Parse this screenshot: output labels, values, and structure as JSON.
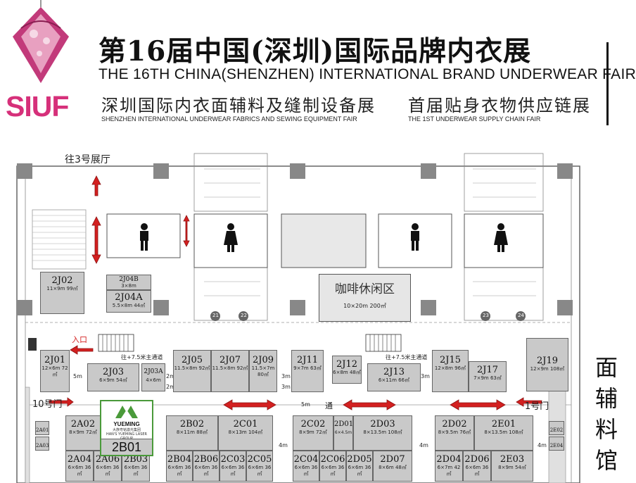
{
  "header": {
    "logo": {
      "text": "SIUF",
      "brand_color": "#d6307a"
    },
    "title_cn": "第16届中国(深圳)国际品牌内衣展",
    "title_en": "THE 16TH CHINA(SHENZHEN) INTERNATIONAL BRAND UNDERWEAR FAIR",
    "sub_left_cn": "深圳国际内衣面辅料及缝制设备展",
    "sub_left_en": "SHENZHEN INTERNATIONAL UNDERWEAR  FABRICS AND SEWING EQUIPMENT FAIR",
    "sub_right_cn": "首届贴身衣物供应链展",
    "sub_right_en": "THE 1ST UNDERWEAR SUPPLY CHAIN FAIR"
  },
  "floorplan": {
    "to_hall3": "往3号展厅",
    "hall_label": "面辅料馆",
    "entrance": "入口",
    "gate_10": "10号门",
    "gate_1": "1号门",
    "aisle": "通",
    "main_channel_1": "往+7.5米主通道",
    "main_channel_2": "往+7.5米主通道",
    "widths": {
      "w5m_a": "5m",
      "w5m_b": "5m",
      "w2m_a": "2m",
      "w2m_b": "2m",
      "w3m_a": "3m",
      "w3m_b": "3m",
      "w3m_c": "3m",
      "w4m_a": "4m",
      "w4m_b": "4m",
      "w4m_c": "4m"
    },
    "stairs": {
      "s21": "21",
      "s22": "22",
      "s23": "23",
      "s24": "24"
    },
    "cafe": {
      "name": "咖啡休闲区",
      "size": "10×20m  200㎡"
    },
    "featured_exhibitor": {
      "name": "YUEMING",
      "sub": "大族粤铭激光集团",
      "sub_en": "HAN'S YUEMING LASER GROUP",
      "booth": "2B01",
      "accent": "#4a9a3a"
    },
    "booths": [
      {
        "code": "2J02",
        "size": "11×9m 99㎡"
      },
      {
        "code": "2J04B",
        "size": "3×8m"
      },
      {
        "code": "2J04A",
        "size": "5.5×8m 44㎡"
      },
      {
        "code": "2J01",
        "size": "12×6m 72㎡"
      },
      {
        "code": "2J03",
        "size": "6×9m 54㎡"
      },
      {
        "code": "2J03A",
        "size": "4×6m"
      },
      {
        "code": "2J05",
        "size": "11.5×8m 92㎡"
      },
      {
        "code": "2J07",
        "size": "11.5×8m 92㎡"
      },
      {
        "code": "2J09",
        "size": "11.5×7m 80㎡"
      },
      {
        "code": "2J11",
        "size": "9×7m 63㎡"
      },
      {
        "code": "2J12",
        "size": "6×8m 48㎡"
      },
      {
        "code": "2J13",
        "size": "6×11m 66㎡"
      },
      {
        "code": "2J15",
        "size": "12×8m 96㎡"
      },
      {
        "code": "2J17",
        "size": "7×9m 63㎡"
      },
      {
        "code": "2J19",
        "size": "12×9m 108㎡"
      },
      {
        "code": "2A02",
        "size": "8×9m 72㎡"
      },
      {
        "code": "2B02",
        "size": "8×11m 88㎡"
      },
      {
        "code": "2C01",
        "size": "8×13m 104㎡"
      },
      {
        "code": "2C02",
        "size": "8×9m 72㎡"
      },
      {
        "code": "2D01",
        "size": "6×4.5m"
      },
      {
        "code": "2D03",
        "size": "8×13.5m 108㎡"
      },
      {
        "code": "2D02",
        "size": "8×9.5m 76㎡"
      },
      {
        "code": "2E01",
        "size": "8×13.5m 108㎡"
      },
      {
        "code": "2A04",
        "size": "6×6m 36㎡"
      },
      {
        "code": "2A06",
        "size": "6×6m 36㎡"
      },
      {
        "code": "2B03",
        "size": "6×6m 36㎡"
      },
      {
        "code": "2B04",
        "size": "6×6m 36㎡"
      },
      {
        "code": "2B06",
        "size": "6×6m 36㎡"
      },
      {
        "code": "2C03",
        "size": "6×6m 36㎡"
      },
      {
        "code": "2C05",
        "size": "6×6m 36㎡"
      },
      {
        "code": "2C04",
        "size": "6×6m 36㎡"
      },
      {
        "code": "2C06",
        "size": "6×6m 36㎡"
      },
      {
        "code": "2D05",
        "size": "6×6m 36㎡"
      },
      {
        "code": "2D07",
        "size": "8×6m 48㎡"
      },
      {
        "code": "2D04",
        "size": "6×7m 42㎡"
      },
      {
        "code": "2D06",
        "size": "6×6m 36㎡"
      },
      {
        "code": "2E03",
        "size": "8×9m 54㎡"
      },
      {
        "code": "2A01",
        "size": ""
      },
      {
        "code": "2A03",
        "size": ""
      },
      {
        "code": "2E02",
        "size": ""
      },
      {
        "code": "2E04",
        "size": ""
      }
    ],
    "colors": {
      "booth": "#c9c9c9",
      "arrow": "#d32020",
      "wall": "#555555"
    }
  }
}
